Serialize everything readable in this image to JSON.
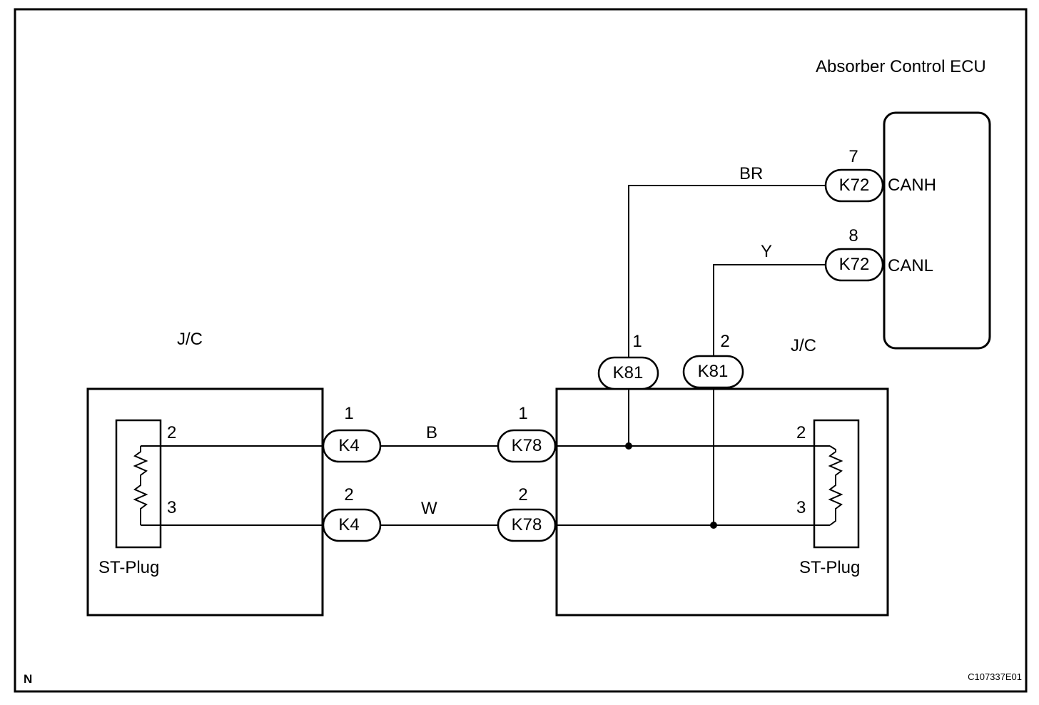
{
  "ecu": {
    "title": "Absorber Control ECU",
    "pin_canh": "CANH",
    "pin_canl": "CANL"
  },
  "left_jc": {
    "label": "J/C",
    "plug_label": "ST-Plug",
    "pin2": "2",
    "pin3": "3"
  },
  "right_jc": {
    "label": "J/C",
    "plug_label": "ST-Plug",
    "pin2": "2",
    "pin3": "3"
  },
  "connectors": {
    "k72_canh": {
      "name": "K72",
      "pin": "7"
    },
    "k72_canl": {
      "name": "K72",
      "pin": "8"
    },
    "k81_a": {
      "name": "K81",
      "pin": "1"
    },
    "k81_b": {
      "name": "K81",
      "pin": "2"
    },
    "k4_top": {
      "name": "K4",
      "pin": "1"
    },
    "k4_bot": {
      "name": "K4",
      "pin": "2"
    },
    "k78_top": {
      "name": "K78",
      "pin": "1"
    },
    "k78_bot": {
      "name": "K78",
      "pin": "2"
    }
  },
  "wires": {
    "br": "BR",
    "y": "Y",
    "b": "B",
    "w": "W"
  },
  "footer": {
    "left": "N",
    "right": "C107337E01"
  }
}
